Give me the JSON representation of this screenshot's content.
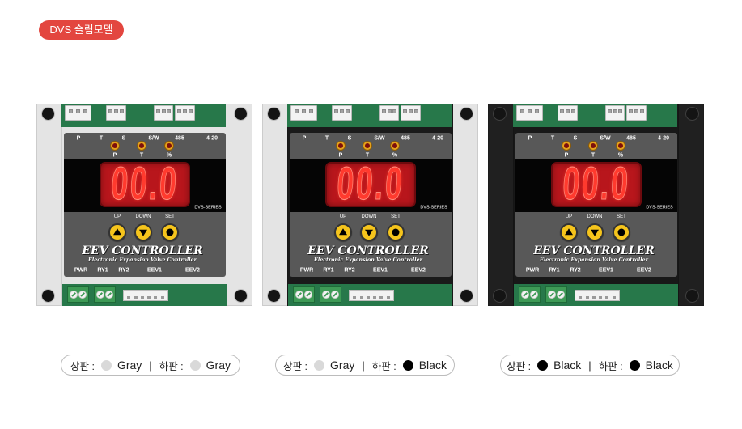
{
  "badge": {
    "label": "DVS 슬림모델",
    "color": "#e3463f"
  },
  "panel": {
    "top_labels": [
      "P",
      "T",
      "S",
      "S/W",
      "485",
      "4-20"
    ],
    "led_labels": [
      "P",
      "T",
      "%"
    ],
    "display_value": "00.0",
    "series": "DVS-SERIES",
    "button_labels": [
      "UP",
      "DOWN",
      "SET"
    ],
    "button_icons": [
      "triangle-up-icon",
      "triangle-down-icon",
      "circle-icon"
    ],
    "brand": "EEV CONTROLLER",
    "subtitle": "Electronic Expansion Valve Controller",
    "bottom_labels": [
      "PWR",
      "RY1",
      "RY2",
      "EEV1",
      "EEV2"
    ],
    "colors": {
      "panel": "#585858",
      "display": "#b8161c",
      "digits": "#ff3a2e",
      "button": "#f5c41c",
      "led": "#e4a21c",
      "pcb": "#27784a"
    }
  },
  "products": [
    {
      "top_plate": {
        "label": "상판 :",
        "name": "Gray",
        "color": "#e4e4e4",
        "swatch": "#d9d9d9"
      },
      "separator": "|",
      "bottom_plate": {
        "label": "하판 :",
        "name": "Gray",
        "color": "#e4e4e4",
        "swatch": "#d9d9d9"
      }
    },
    {
      "top_plate": {
        "label": "상판 :",
        "name": "Gray",
        "color": "#e4e4e4",
        "swatch": "#d9d9d9"
      },
      "separator": "|",
      "bottom_plate": {
        "label": "하판 :",
        "name": "Black",
        "color": "#1a1a1a",
        "swatch": "#000000"
      }
    },
    {
      "top_plate": {
        "label": "상판 :",
        "name": "Black",
        "color": "#202020",
        "swatch": "#000000"
      },
      "separator": "|",
      "bottom_plate": {
        "label": "하판 :",
        "name": "Black",
        "color": "#181818",
        "swatch": "#000000"
      }
    }
  ]
}
